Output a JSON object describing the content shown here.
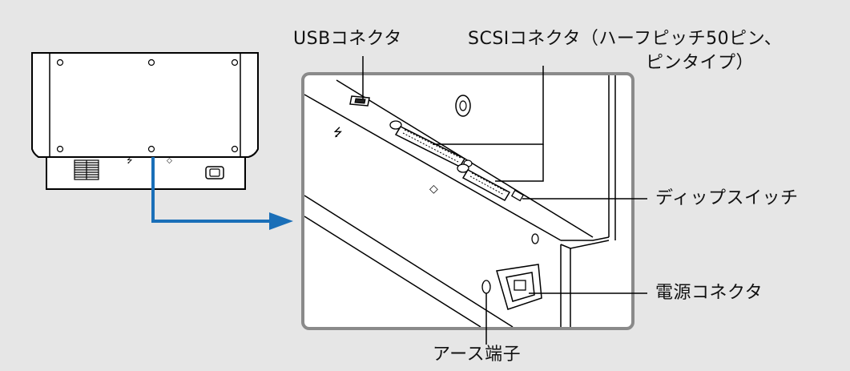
{
  "labels": {
    "usb_connector": "USBコネクタ",
    "scsi_connector_line1": "SCSIコネクタ（ハーフピッチ50ピン、",
    "scsi_connector_line2": "ピンタイプ）",
    "dip_switch": "ディップスイッチ",
    "power_connector": "電源コネクタ",
    "earth_terminal": "アース端子"
  },
  "colors": {
    "background": "#e6e6e6",
    "device_fill": "#ffffff",
    "outline": "#000000",
    "callout_frame": "#8a8a8a",
    "arrow": "#1a6fb8"
  },
  "icons": [
    "usb-symbol-icon",
    "scsi-symbol-icon",
    "ground-symbol-icon"
  ]
}
